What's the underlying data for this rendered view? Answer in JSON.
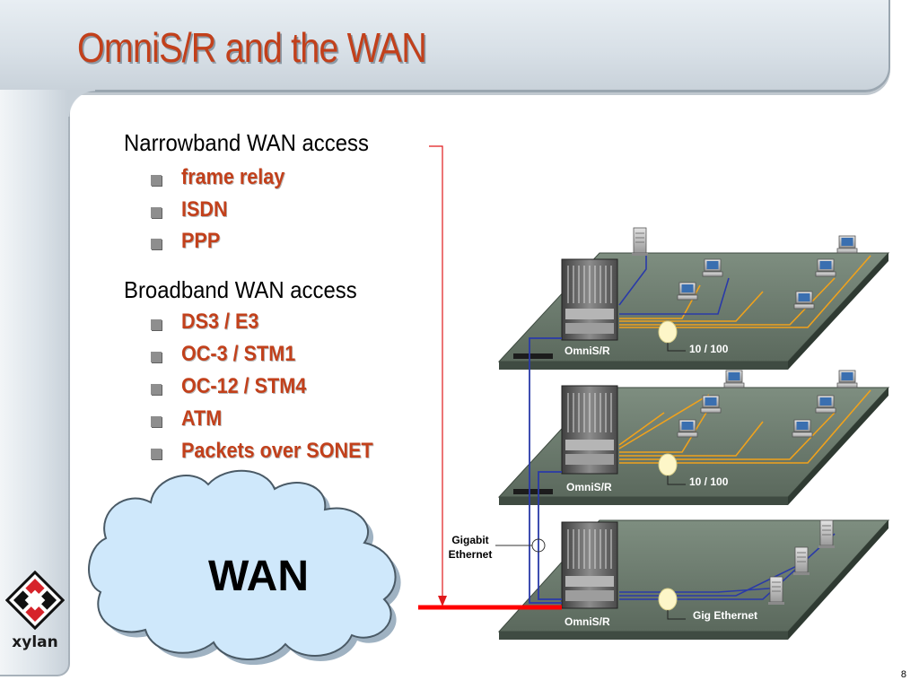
{
  "slide": {
    "title": "OmniS/R and the WAN",
    "page_number": "8"
  },
  "logo": {
    "text": "xylan"
  },
  "bullets": {
    "narrowband": {
      "heading": "Narrowband WAN access",
      "items": [
        "frame relay",
        "ISDN",
        "PPP"
      ]
    },
    "broadband": {
      "heading": "Broadband WAN access",
      "items": [
        "DS3 / E3",
        "OC-3 / STM1",
        "OC-12 / STM4",
        "ATM",
        "Packets over SONET"
      ]
    }
  },
  "diagram": {
    "cloud_label": "WAN",
    "gigabit_label_line1": "Gigabit",
    "gigabit_label_line2": "Ethernet",
    "floors": [
      {
        "switch_label": "OmniS/R",
        "link_label": "10 / 100"
      },
      {
        "switch_label": "OmniS/R",
        "link_label": "10 / 100"
      },
      {
        "switch_label": "OmniS/R",
        "link_label": "Gig Ethernet"
      }
    ]
  },
  "colors": {
    "title": "#c2401b",
    "bullet_accent": "#c2401b",
    "wan_link": "#ff0000",
    "cloud_fill": "#cfe8fb",
    "floor_fill": "#5f6e63",
    "copper_link": "#f0a21c",
    "backbone_link": "#2a3aa8"
  }
}
